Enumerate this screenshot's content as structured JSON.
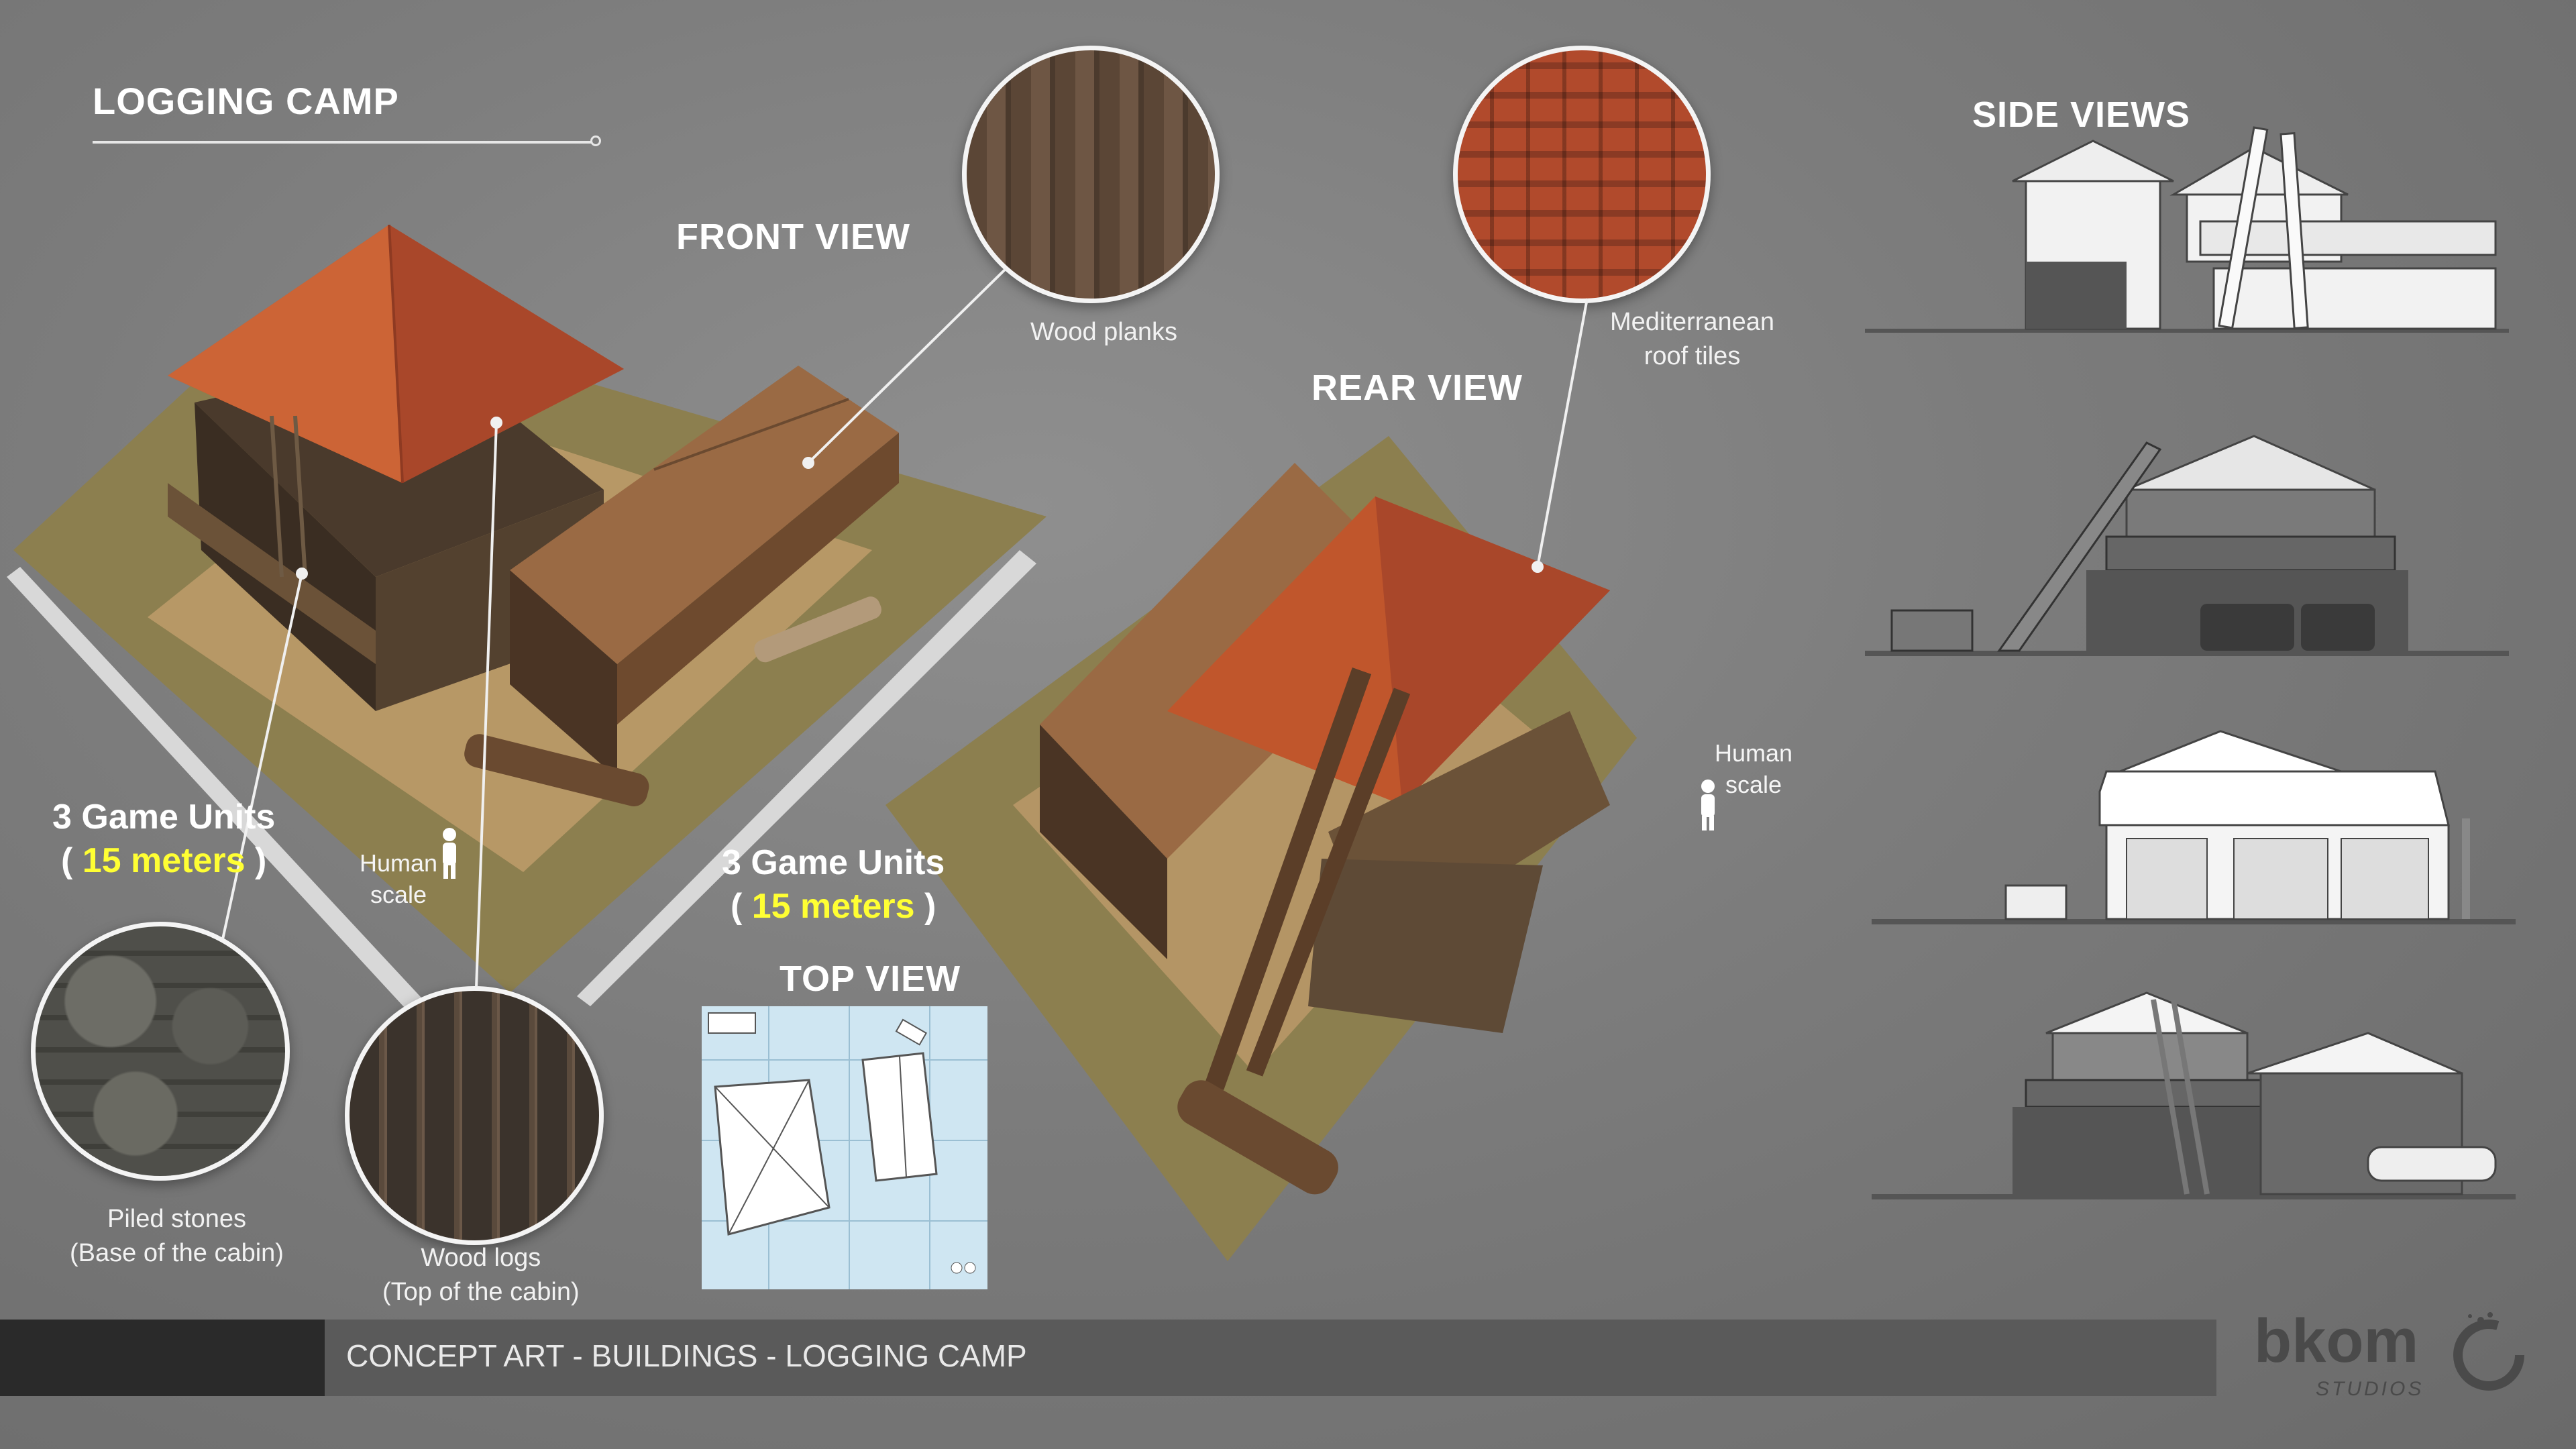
{
  "title": "LOGGING CAMP",
  "views": {
    "front": "FRONT VIEW",
    "rear": "REAR VIEW",
    "top": "TOP VIEW",
    "side": "SIDE VIEWS"
  },
  "materials": {
    "wood_planks": "Wood planks",
    "roof_tiles_1": "Mediterranean",
    "roof_tiles_2": "roof tiles",
    "piled_stones_1": "Piled stones",
    "piled_stones_2": "(Base of the cabin)",
    "wood_logs_1": "Wood logs",
    "wood_logs_2": "(Top of the cabin)"
  },
  "units": {
    "label": "3 Game Units",
    "open": "( ",
    "meters": "15 meters",
    "close": " )"
  },
  "human_scale": {
    "line1": "Human",
    "line2": "scale"
  },
  "footer": "CONCEPT ART - BUILDINGS - LOGGING CAMP",
  "logo": {
    "brand": "bkom",
    "sub": "STUDIOS"
  },
  "colors": {
    "accent_yellow": "#ffff33",
    "roof_orange": "#c0562c",
    "wood_brown": "#7a5232"
  }
}
